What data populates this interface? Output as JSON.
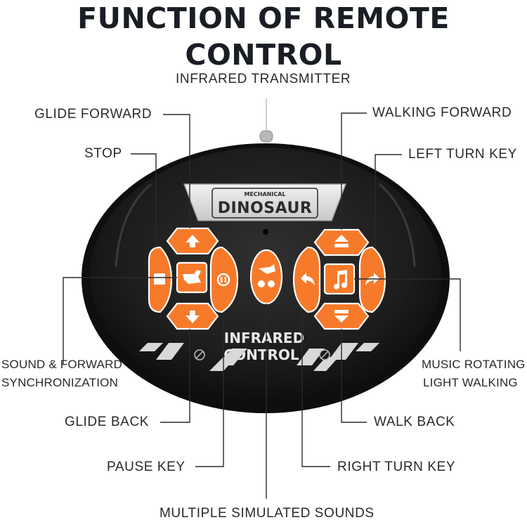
{
  "title": "FUNCTION OF REMOTE CONTROL",
  "labels": {
    "infrared_transmitter": "INFRARED TRANSMITTER",
    "glide_forward": "GLIDE FORWARD",
    "stop": "STOP",
    "walking_forward": "WALKING FORWARD",
    "left_turn_key": "LEFT TURN KEY",
    "sound_forward_line1": "SOUND & FORWARD",
    "sound_forward_line2": "SYNCHRONIZATION",
    "music_rotating_line1": "MUSIC ROTATING",
    "music_rotating_line2": "LIGHT WALKING",
    "glide_back": "GLIDE BACK",
    "walk_back": "WALK BACK",
    "pause_key": "PAUSE KEY",
    "right_turn_key": "RIGHT TURN KEY",
    "multiple_simulated_sounds": "MULTIPLE SIMULATED SOUNDS"
  },
  "remote": {
    "brand_top": "MECHANICAL",
    "brand_main": "DINOSAUR",
    "infrared_line1": "INFRARED",
    "infrared_line2": "CONTROL"
  },
  "colors": {
    "button_orange": "#f77a2a",
    "body_black": "#1c1c1c",
    "title_text": "#1a1e24"
  }
}
